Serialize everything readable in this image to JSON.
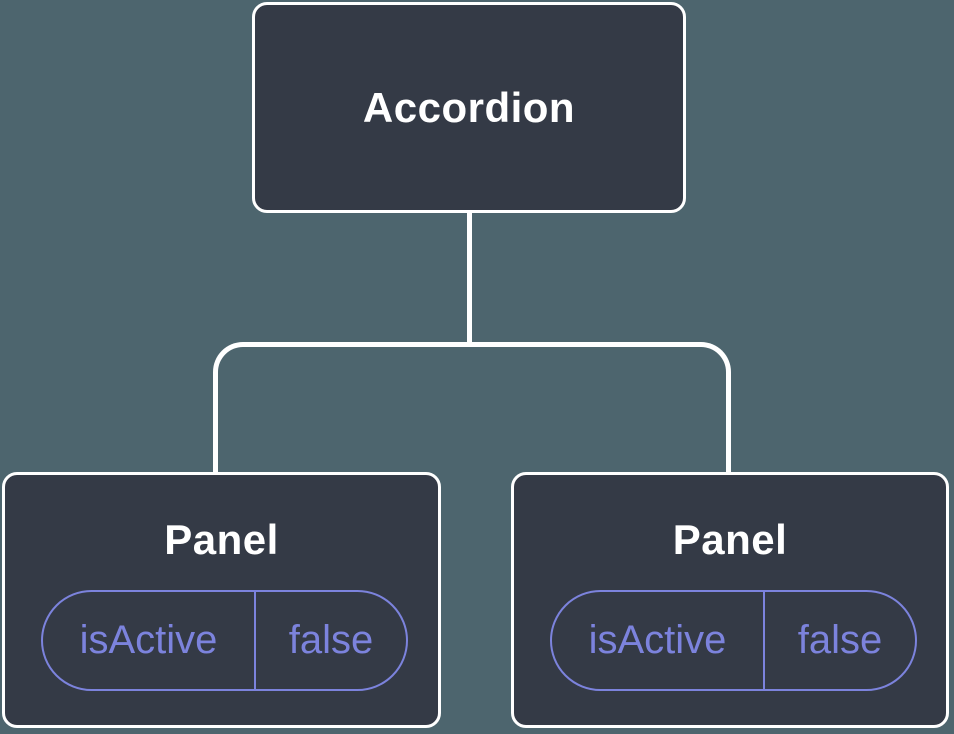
{
  "diagram": {
    "type": "component-tree",
    "colors": {
      "background": "#4d656e",
      "node_fill": "#343a46",
      "node_border": "#ffffff",
      "connector": "#ffffff",
      "state_accent": "#7c83dd"
    },
    "root": {
      "label": "Accordion"
    },
    "children": [
      {
        "label": "Panel",
        "state": {
          "key": "isActive",
          "value": "false"
        }
      },
      {
        "label": "Panel",
        "state": {
          "key": "isActive",
          "value": "false"
        }
      }
    ]
  }
}
